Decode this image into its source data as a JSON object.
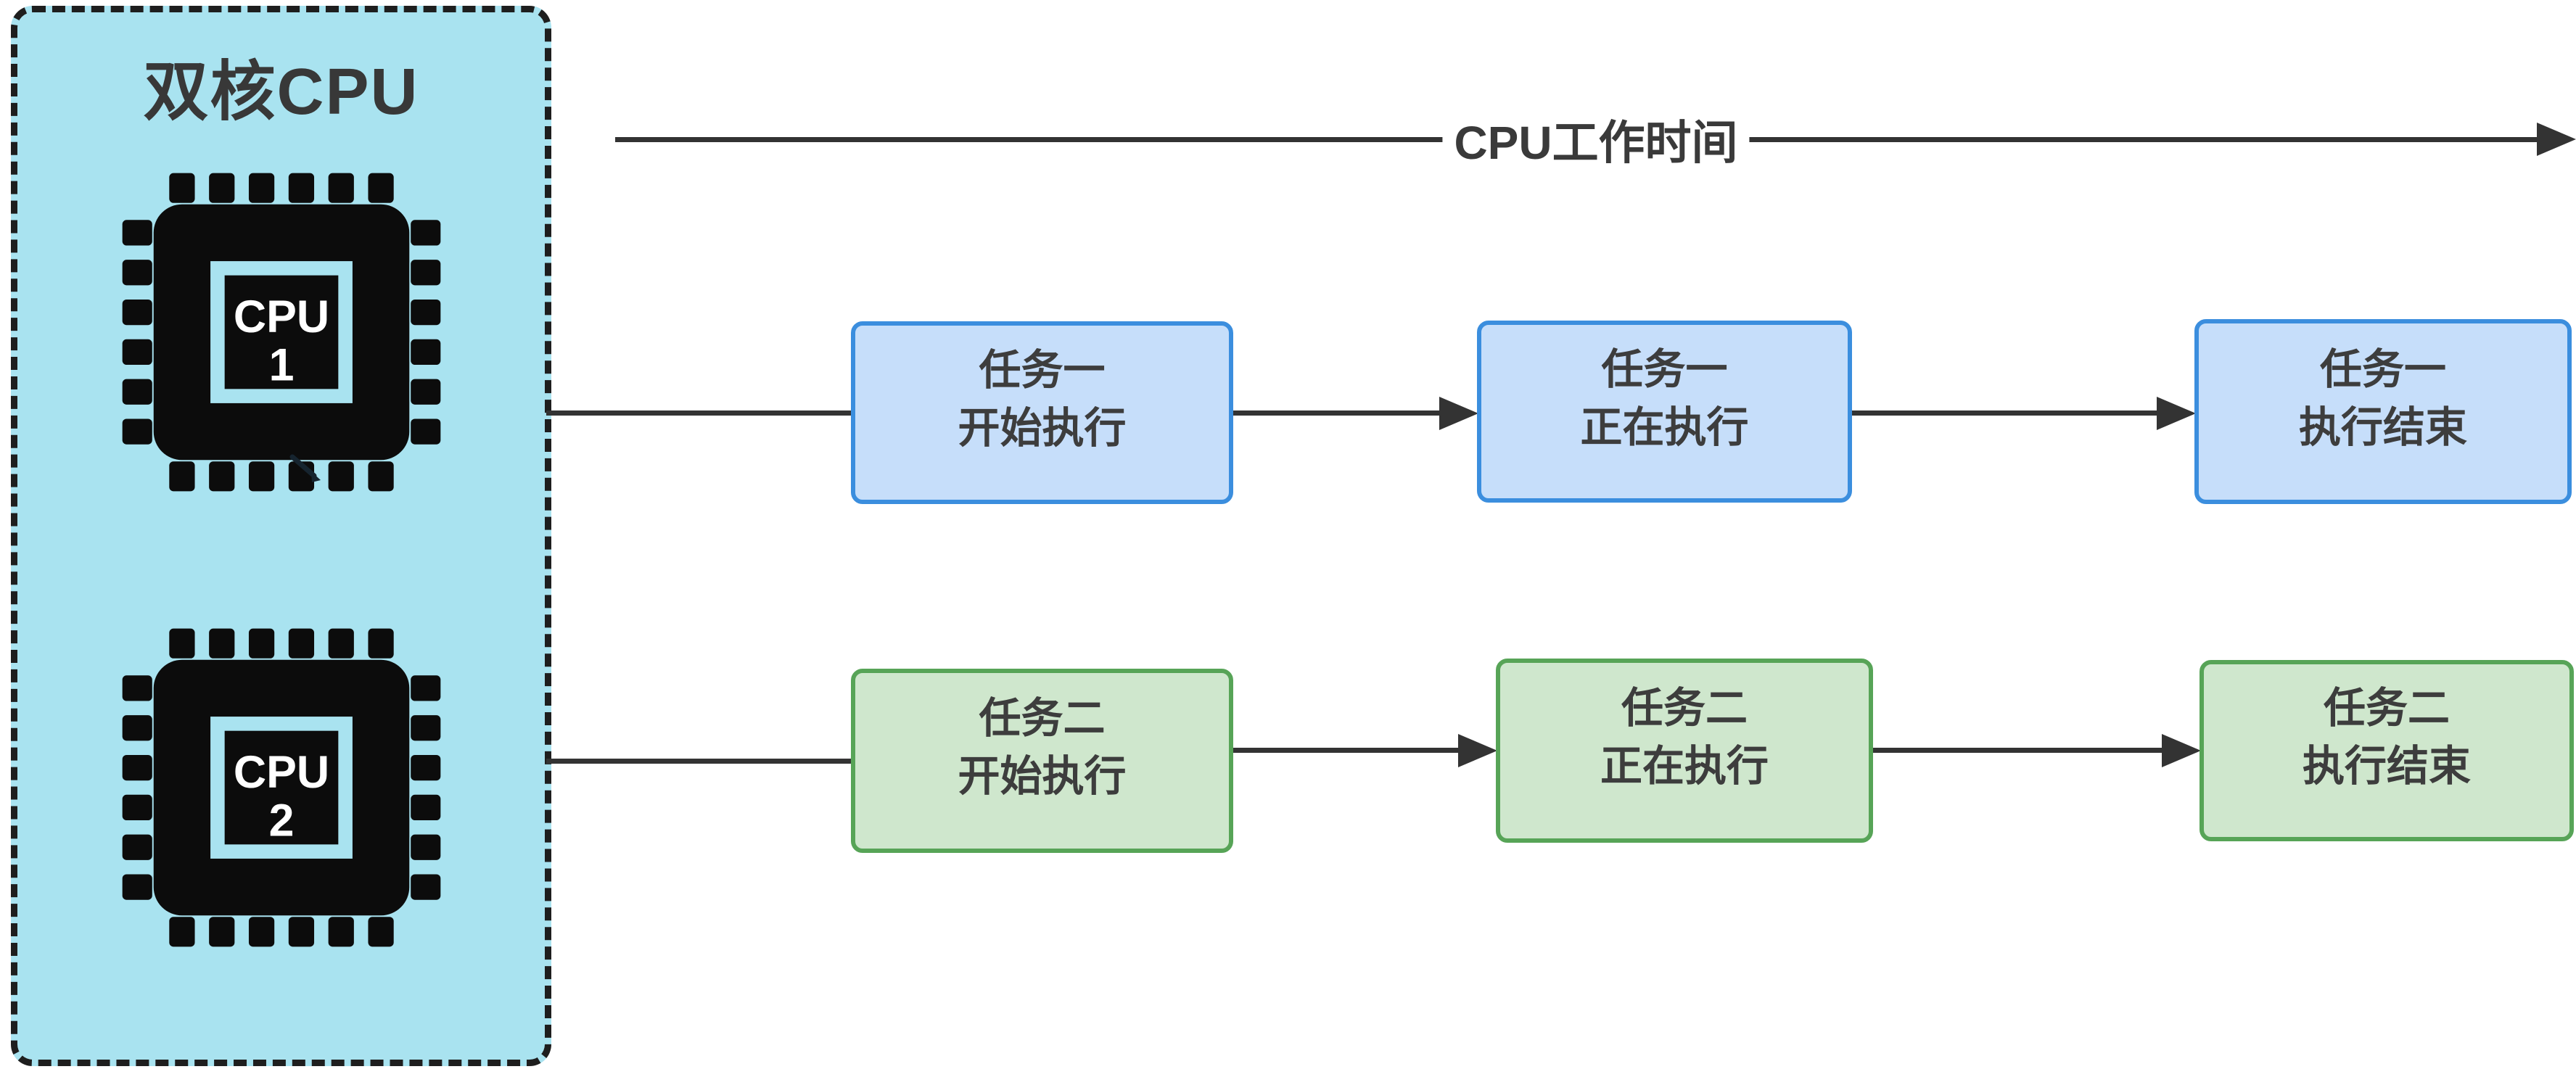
{
  "colors": {
    "panel_background": "#a9e3f0",
    "panel_border": "#1e1e1e",
    "task1_box_fill": "#c6defa",
    "task1_box_border": "#3b8ede",
    "task2_box_fill": "#cfe7cd",
    "task2_box_border": "#57a457",
    "connector": "#333333",
    "text": "#3d3d3d",
    "chip_body": "#0c0c0c",
    "chip_label_text": "#ffffff"
  },
  "panel": {
    "title": "双核CPU",
    "cores": [
      {
        "line1": "CPU",
        "line2": "1"
      },
      {
        "line1": "CPU",
        "line2": "2"
      }
    ]
  },
  "timeline": {
    "label": "CPU工作时间"
  },
  "rows": [
    {
      "boxes": [
        {
          "line1": "任务一",
          "line2": "开始执行"
        },
        {
          "line1": "任务一",
          "line2": "正在执行"
        },
        {
          "line1": "任务一",
          "line2": "执行结束"
        }
      ]
    },
    {
      "boxes": [
        {
          "line1": "任务二",
          "line2": "开始执行"
        },
        {
          "line1": "任务二",
          "line2": "正在执行"
        },
        {
          "line1": "任务二",
          "line2": "执行结束"
        }
      ]
    }
  ]
}
